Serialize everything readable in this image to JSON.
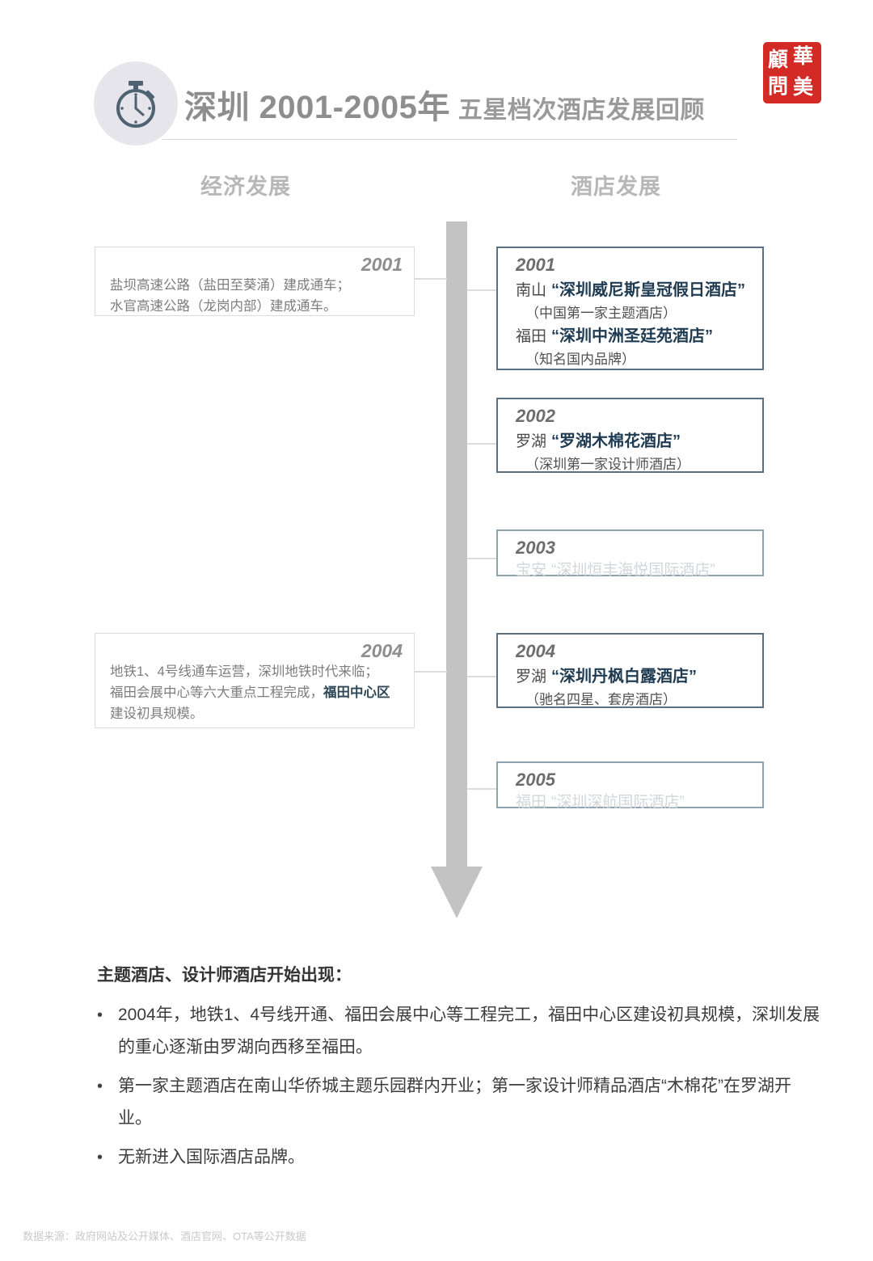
{
  "header": {
    "icon": "stopwatch-icon",
    "title_main": "深圳 2001-2005年",
    "title_sub": "五星档次酒店发展回顾",
    "seal": {
      "name": "huamei-consulting-seal",
      "chars": [
        "顧",
        "華",
        "問",
        "美"
      ],
      "color": "#d42a25"
    }
  },
  "columns": {
    "economy_heading": "经济发展",
    "hotel_heading": "酒店发展"
  },
  "timeline": {
    "economy_events": [
      {
        "year": "2001",
        "lines": [
          "盐坝高速公路（盐田至葵涌）建成通车；",
          "水官高速公路（龙岗内部）建成通车。"
        ],
        "highlight": ""
      },
      {
        "year": "2004",
        "lines": [
          "地铁1、4号线通车运营，深圳地铁时代来临；",
          "福田会展中心等六大重点工程完成，"
        ],
        "highlight": "福田中心区",
        "tail": " 建设初具规模。"
      }
    ],
    "hotel_events": [
      {
        "year": "2001",
        "faded": false,
        "entries": [
          {
            "district": "南山",
            "hotel": "“深圳威尼斯皇冠假日酒店”",
            "note": "（中国第一家主题酒店）"
          },
          {
            "district": "福田",
            "hotel": "“深圳中洲圣廷苑酒店”",
            "note": "（知名国内品牌）"
          }
        ]
      },
      {
        "year": "2002",
        "faded": false,
        "entries": [
          {
            "district": "罗湖",
            "hotel": "“罗湖木棉花酒店”",
            "note": "（深圳第一家设计师酒店）"
          }
        ]
      },
      {
        "year": "2003",
        "faded": true,
        "entries": [
          {
            "district": "宝安",
            "hotel": "“深圳恒丰海悦国际酒店”",
            "note": ""
          }
        ]
      },
      {
        "year": "2004",
        "faded": false,
        "entries": [
          {
            "district": "罗湖",
            "hotel": "“深圳丹枫白露酒店”",
            "note": "（驰名四星、套房酒店）"
          }
        ]
      },
      {
        "year": "2005",
        "faded": true,
        "entries": [
          {
            "district": "福田",
            "hotel": "“深圳深航国际酒店”",
            "note": ""
          }
        ]
      }
    ]
  },
  "summary": {
    "title": "主题酒店、设计师酒店开始出现：",
    "bullet_marker": "•",
    "bullets": [
      "2004年，地铁1、4号线开通、福田会展中心等工程完工，福田中心区建设初具规模，深圳发展的重心逐渐由罗湖向西移至福田。",
      "第一家主题酒店在南山华侨城主题乐园群内开业；第一家设计师精品酒店“木棉花”在罗湖开业。",
      "无新进入国际酒店品牌。"
    ]
  },
  "footer": {
    "source": "数据来源：政府网站及公开媒体、酒店官网、OTA等公开数据"
  }
}
